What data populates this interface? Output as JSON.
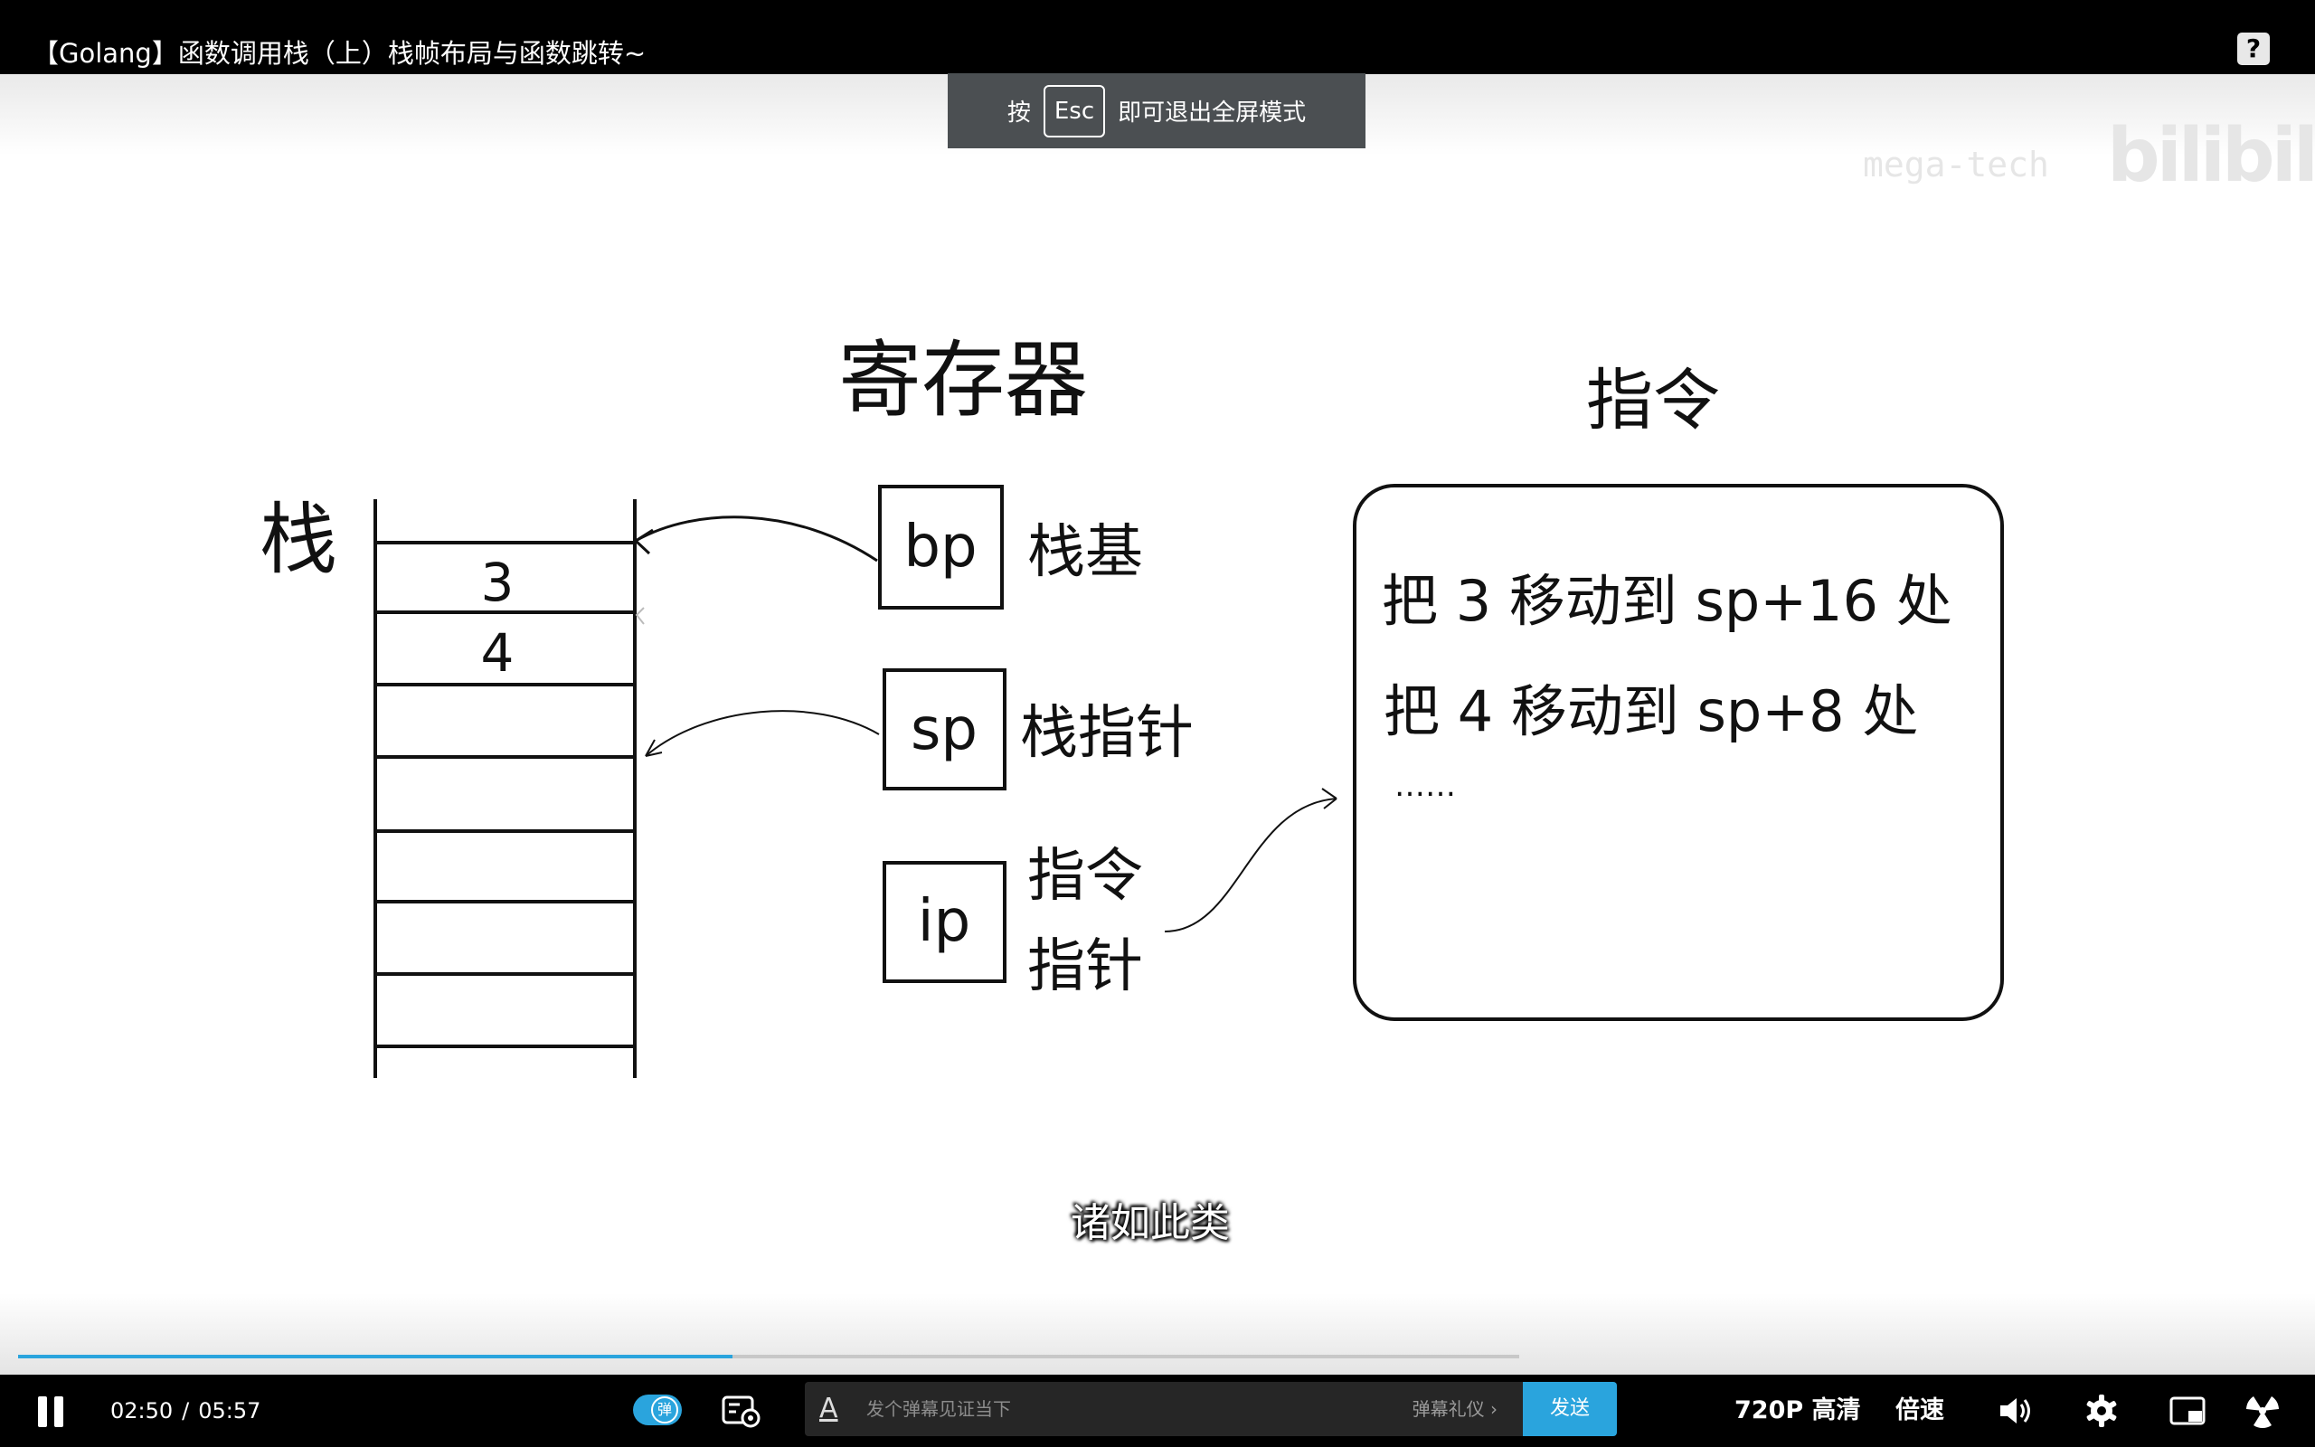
{
  "window": {
    "title": "【Golang】函数调用栈（上）栈帧布局与函数跳转~",
    "help_label": "?"
  },
  "esc_banner": {
    "prefix": "按",
    "key": "Esc",
    "suffix": "即可退出全屏模式"
  },
  "slide": {
    "registers_heading": "寄存器",
    "instructions_heading": "指令",
    "stack_label": "栈",
    "stack_values": [
      "3",
      "4"
    ],
    "registers": [
      {
        "name": "bp",
        "desc": "栈基"
      },
      {
        "name": "sp",
        "desc": "栈指针"
      },
      {
        "name": "ip",
        "desc_line1": "指令",
        "desc_line2": "指针"
      }
    ],
    "instructions": [
      "把 3 移动到  sp+16  处",
      "把 4 移动到  sp+8  处",
      "……"
    ]
  },
  "subtitle": "诸如此类",
  "player": {
    "current_time": "02:50",
    "time_separator": "/",
    "duration": "05:57",
    "progress_fraction": 0.476,
    "danmaku_toggle_label": "弹",
    "danmaku_placeholder": "发个弹幕见证当下",
    "danmaku_etiquette": "弹幕礼仪 ›",
    "send_label": "发送",
    "quality_label": "720P 高清",
    "speed_label": "倍速",
    "accent_color": "#2aa4dd"
  }
}
